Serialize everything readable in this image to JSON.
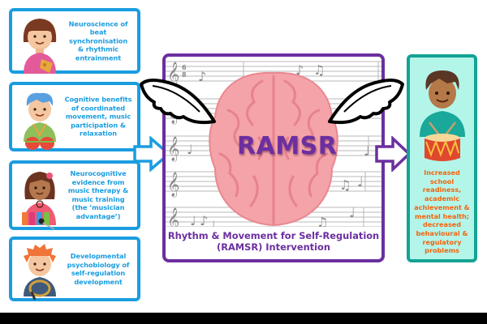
{
  "diagram": {
    "title": "Rhythm & Movement for Self-Regulation (RAMSR) Intervention",
    "center": {
      "brain_label": "RAMSR",
      "caption_line1": "Rhythm & Movement for Self-Regulation",
      "caption_line2": "(RAMSR) Intervention",
      "time_signature_top": "6",
      "time_signature_bottom": "8",
      "icons": [
        "brain-icon",
        "wing-left-icon",
        "wing-right-icon",
        "music-staff-icon",
        "treble-clef-icon",
        "music-note-icon"
      ]
    },
    "inputs": [
      {
        "lines": [
          "Neuroscience of",
          "beat",
          "synchronisation",
          "& rhythmic",
          "entrainment"
        ],
        "figure": "girl-with-bell-icon"
      },
      {
        "lines": [
          "Cognitive benefits",
          "of coordinated",
          "movement, music",
          "participation &",
          "relaxation"
        ],
        "figure": "boy-with-maracas-icon"
      },
      {
        "lines": [
          "Neurocognitive",
          "evidence from",
          "music therapy &",
          "music training",
          "(the ‘musician",
          "advantage’)"
        ],
        "figure": "girl-with-xylophone-icon"
      },
      {
        "lines": [
          "Developmental",
          "psychobiology of",
          "self-regulation",
          "development"
        ],
        "figure": "boy-with-tambourine-icon"
      }
    ],
    "outcome": {
      "lines": [
        "Increased",
        "school",
        "readiness,",
        "academic",
        "achievement &",
        "mental health;",
        "decreased",
        "behavioural &",
        "regulatory",
        "problems"
      ],
      "figure": "boy-with-drum-icon"
    },
    "colors": {
      "input_border": "#1a9de0",
      "input_text": "#1a9de0",
      "center_border": "#6b2fa0",
      "center_text": "#6b2fa0",
      "brain_fill": "#f4a3a8",
      "outcome_border": "#14a394",
      "outcome_fill": "#b4f5ea",
      "outcome_text": "#f2640e"
    }
  }
}
